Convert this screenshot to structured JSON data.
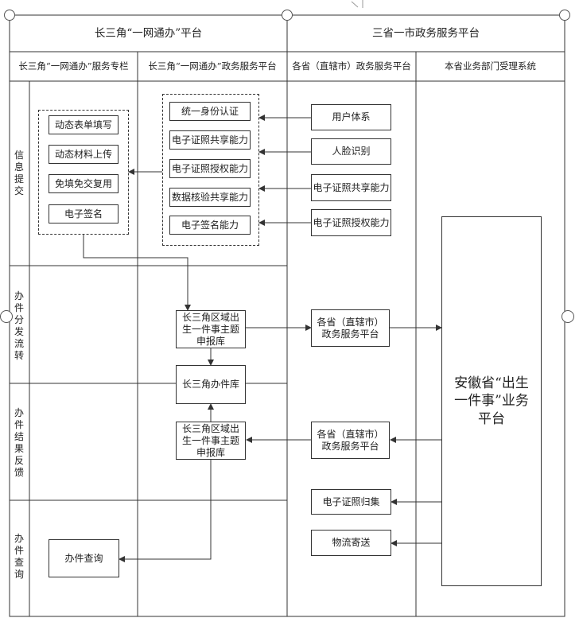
{
  "headers": {
    "left_group": "长三角“一网通办”平台",
    "right_group": "三省一市政务服务平台",
    "lanes": [
      "长三角“一网通办”服务专栏",
      "长三角“一网通办”政务服务平台",
      "各省（直辖市）政务服务平台",
      "本省业务部门受理系统"
    ]
  },
  "rows": [
    "信息提交",
    "办件分发流转",
    "办件结果反馈",
    "办件查询"
  ],
  "nodes": {
    "form_fill": "动态表单填写",
    "material_upload": "动态材料上传",
    "no_fill_reuse": "免填免交复用",
    "e_signature": "电子签名",
    "unified_identity": "统一身份认证",
    "cert_share": "电子证照共享能力",
    "cert_auth": "电子证照授权能力",
    "data_verify": "数据核验共享能力",
    "esign_ability": "电子签名能力",
    "user_system": "用户体系",
    "face_recognition": "人脸识别",
    "prov_cert_share": "电子证照共享能力",
    "prov_cert_auth": "电子证照授权能力",
    "topic_db_submit": "长三角区域出生一件事主题申报库",
    "office_db": "长三角办件库",
    "topic_db_feedback": "长三角区域出生一件事主题申报库",
    "prov_platform_dispatch": "各省（直辖市）政务服务平台",
    "prov_platform_feedback": "各省（直辖市）政务服务平台",
    "cert_collect": "电子证照归集",
    "logistics": "物流寄送",
    "query": "办件查询",
    "anhui_platform": "安徽省“出生一件事”业务平台"
  }
}
